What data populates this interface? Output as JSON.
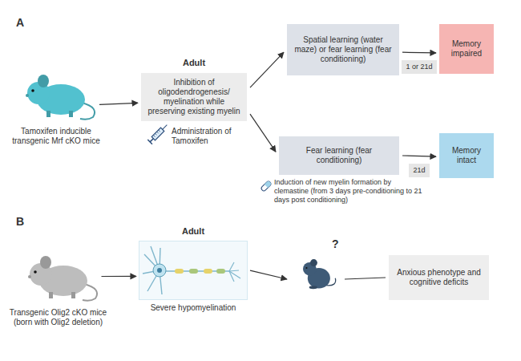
{
  "diagram": {
    "nodes": [
      {
        "text": [
          "Tamoxifen inducible transgenic Mrf cKO mice"
        ]
      },
      {
        "text": [
          "Adult",
          "Inhibition of oligodendrogenesis/ myelination while preserving existing myelin"
        ]
      },
      {
        "text": [
          "Spatial learning (water maze) or fear learning (fear conditioning)"
        ]
      },
      {
        "text": [
          "Memory impaired"
        ]
      },
      {
        "text": [
          "Fear learning (fear conditioning)"
        ]
      },
      {
        "text": [
          "Memory intact"
        ]
      },
      {
        "text": [
          "Transgenic Olig2 cKO mice (born with Olig2 deletion)"
        ]
      },
      {
        "text": [
          "Adult",
          "Severe hypomyelination"
        ]
      },
      {
        "text": [
          "?"
        ]
      },
      {
        "text": [
          "Anxious phenotype and cognitive deficits"
        ]
      }
    ],
    "edges": [
      {
        "from": 0,
        "to": 1,
        "arrow": "to"
      },
      {
        "from": 1,
        "to": 2,
        "arrow": "to"
      },
      {
        "from": 1,
        "to": 4,
        "arrow": "to"
      },
      {
        "from": 2,
        "to": 3,
        "arrow": "to",
        "label": "1 or 21d"
      },
      {
        "from": 4,
        "to": 5,
        "arrow": "to",
        "label": "21d"
      },
      {
        "from": 6,
        "to": 7,
        "arrow": "to"
      },
      {
        "from": 7,
        "to": 8,
        "arrow": "to"
      },
      {
        "from": 8,
        "to": 9,
        "arrow": "none"
      }
    ],
    "labels": [
      "A",
      "Administration of Tamoxifen",
      "Induction of new myelin formation by clemastine (from 3 days pre-conditioning to 21 days post conditioning)",
      "B"
    ]
  }
}
